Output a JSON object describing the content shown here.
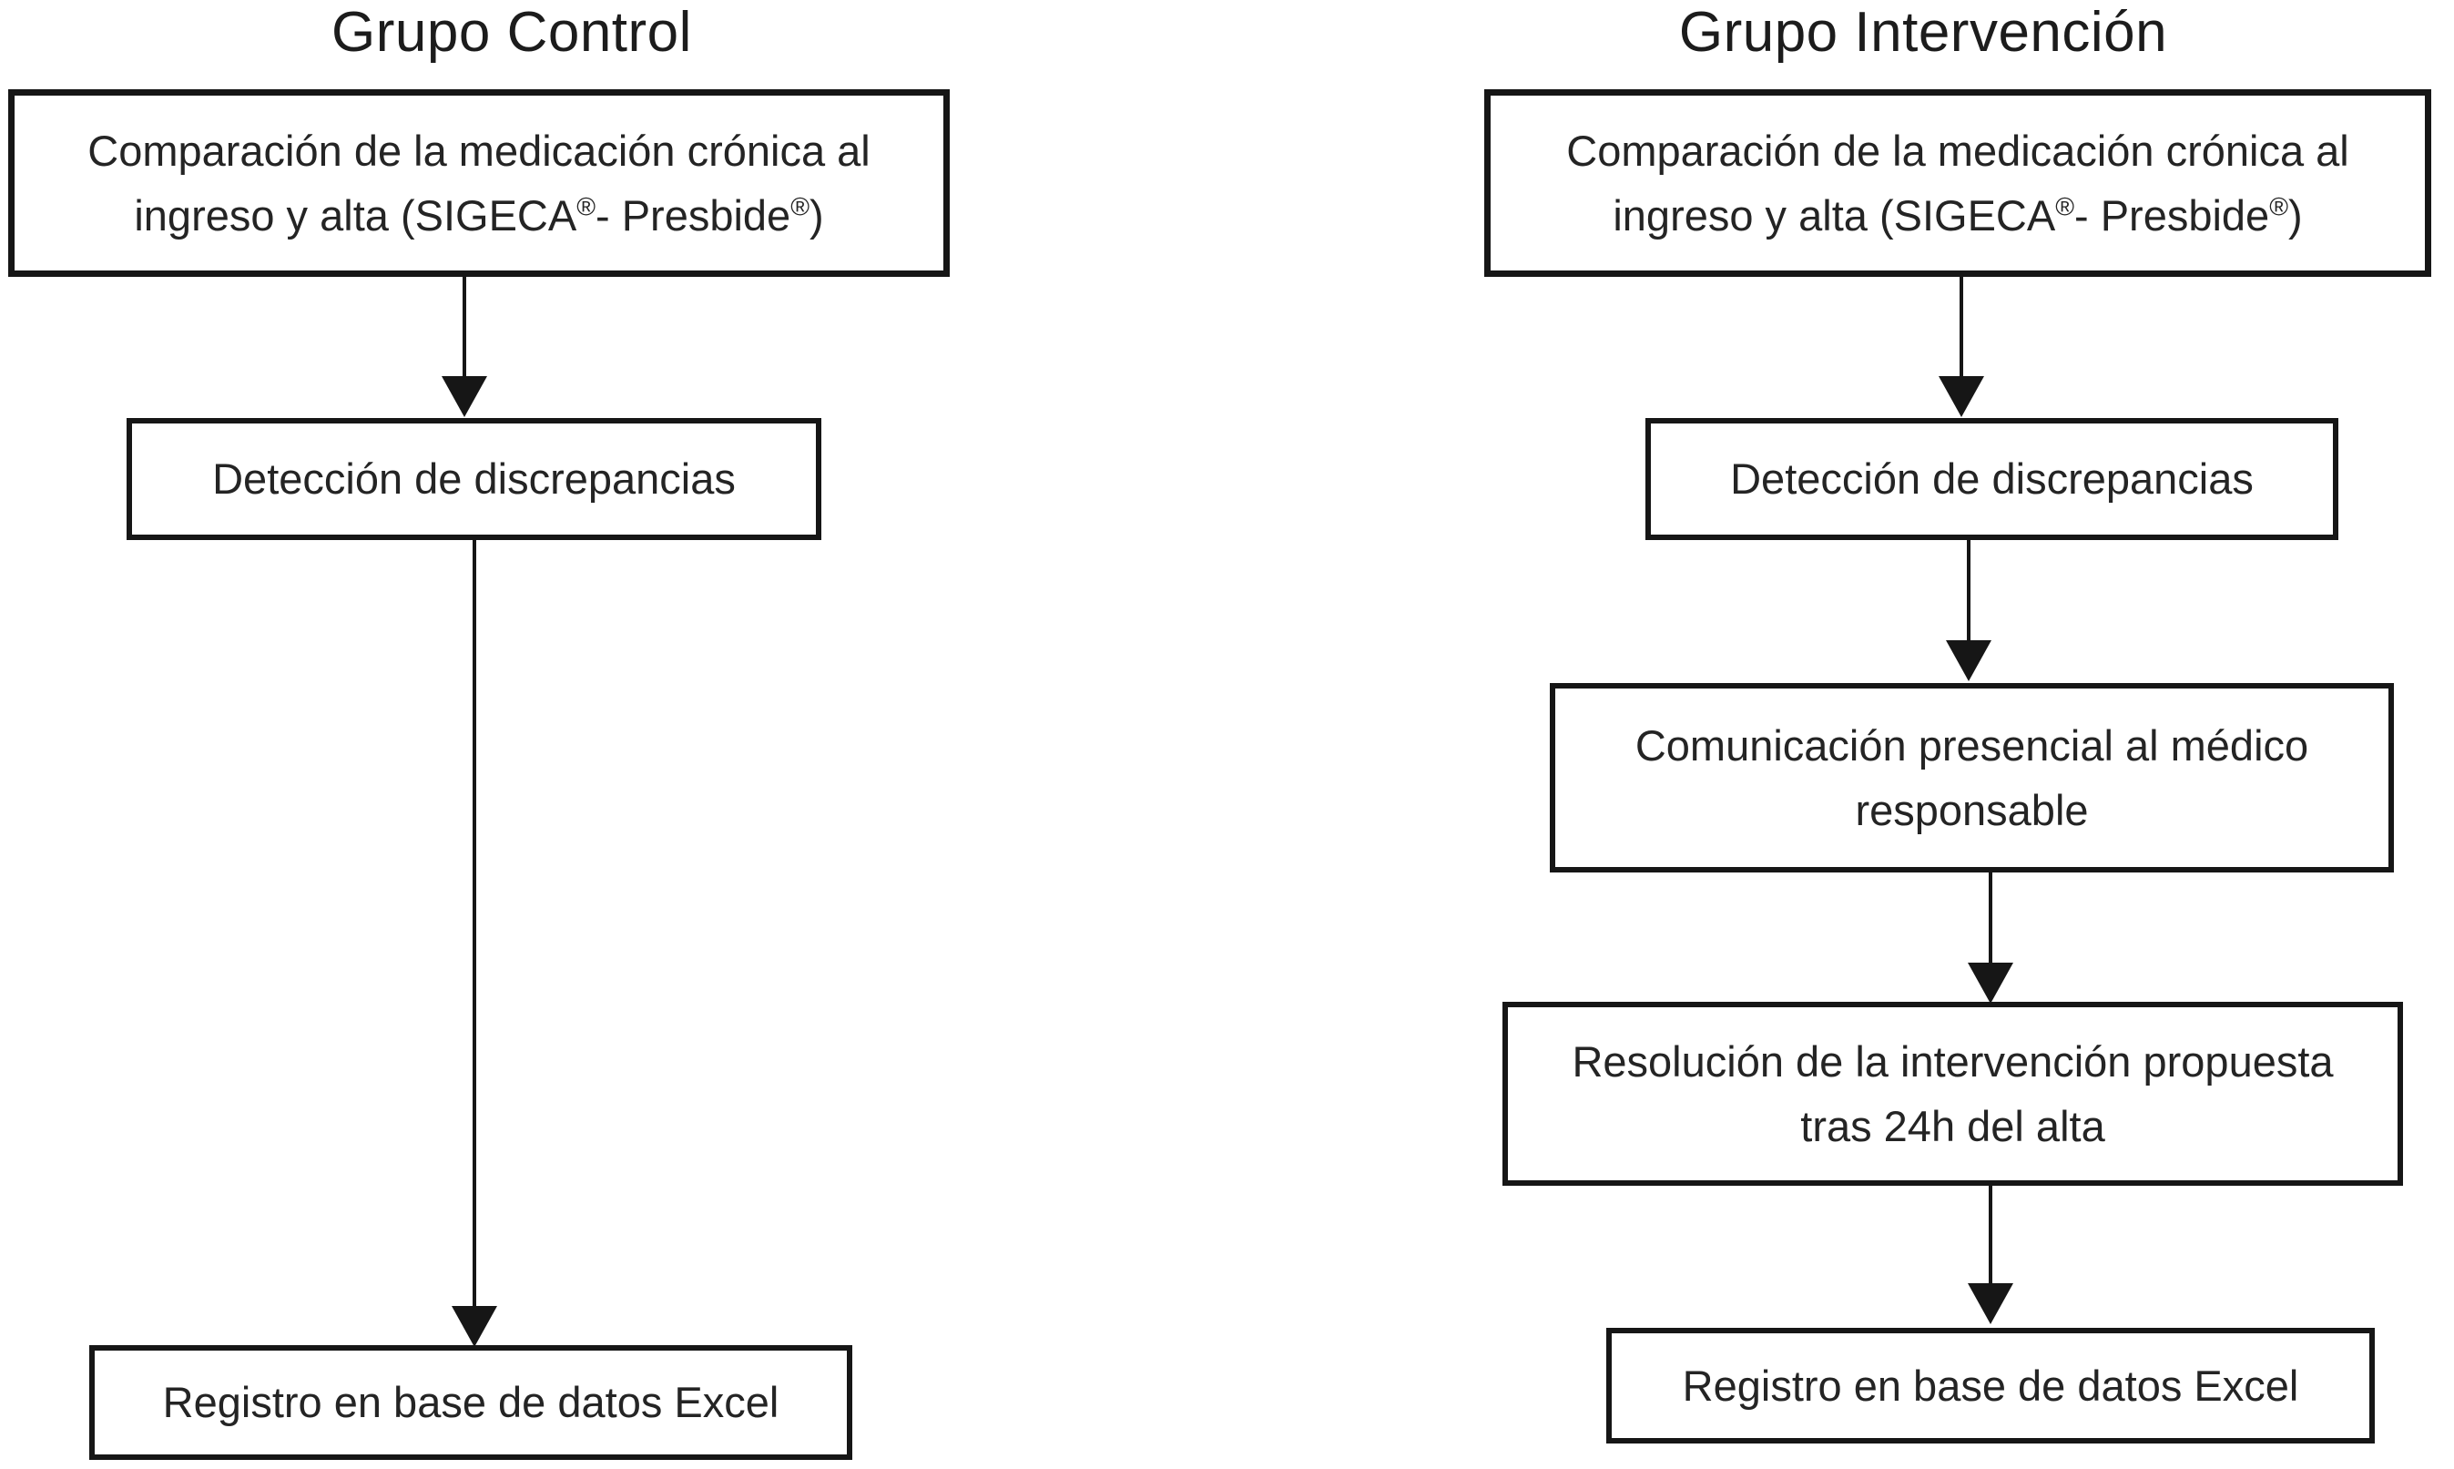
{
  "page": {
    "background_color": "#ffffff",
    "ink_color": "#161616",
    "diagram_type": "flowchart"
  },
  "columns": [
    {
      "id": "control",
      "title": "Grupo Control",
      "nodes": [
        {
          "label": "Comparación de la medicación crónica al ingreso y alta (SIGECA®- Presbide®)"
        },
        {
          "label": "Detección de discrepancias"
        },
        {
          "label": "Registro en base de datos Excel"
        }
      ],
      "edges": [
        {
          "from": 0,
          "to": 1
        },
        {
          "from": 1,
          "to": 2
        }
      ]
    },
    {
      "id": "intervencion",
      "title": "Grupo Intervención",
      "nodes": [
        {
          "label": "Comparación de la medicación crónica al ingreso y alta (SIGECA®- Presbide®)"
        },
        {
          "label": "Detección de discrepancias"
        },
        {
          "label": "Comunicación presencial al médico responsable"
        },
        {
          "label": "Resolución de la intervención propuesta tras 24h del alta"
        },
        {
          "label": "Registro en base de datos Excel"
        }
      ],
      "edges": [
        {
          "from": 0,
          "to": 1
        },
        {
          "from": 1,
          "to": 2
        },
        {
          "from": 2,
          "to": 3
        },
        {
          "from": 3,
          "to": 4
        }
      ]
    }
  ]
}
